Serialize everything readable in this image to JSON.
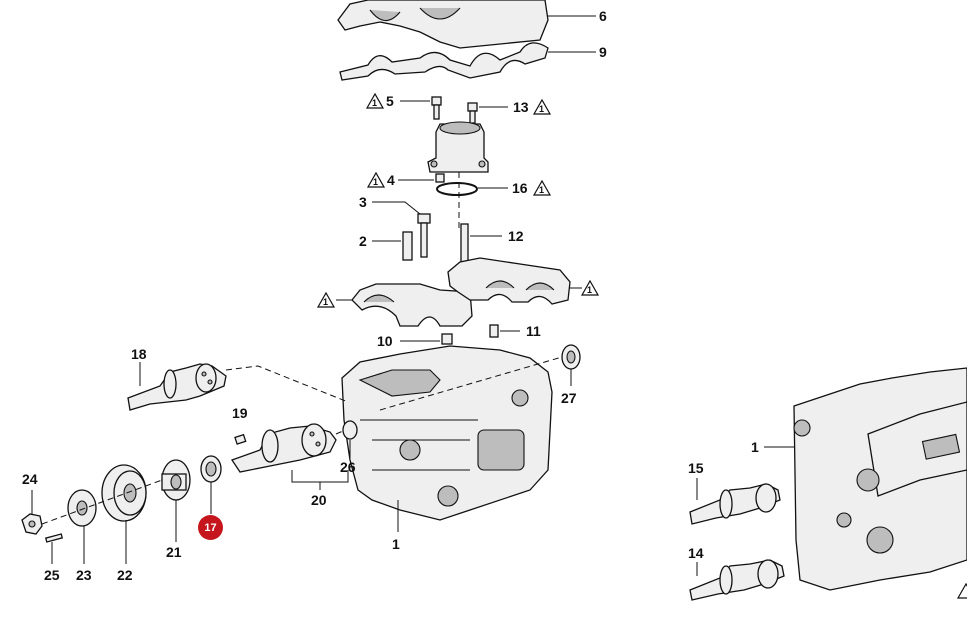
{
  "callouts": {
    "c1": "1",
    "c1b": "1",
    "c2": "2",
    "c3": "3",
    "c4": "4",
    "c5": "5",
    "c6": "6",
    "c9": "9",
    "c10": "10",
    "c11": "11",
    "c12": "12",
    "c13": "13",
    "c14": "14",
    "c15": "15",
    "c16": "16",
    "c17": "17",
    "c18": "18",
    "c19": "19",
    "c20": "20",
    "c21": "21",
    "c22": "22",
    "c23": "23",
    "c24": "24",
    "c25": "25",
    "c26": "26",
    "c27": "27"
  },
  "markers": {
    "triangle_number": "1"
  },
  "colors": {
    "highlight_badge": "#c4161c",
    "line": "#111111",
    "part_fill": "#efefef"
  },
  "icons": {
    "reference_marker": "triangle-note-icon",
    "selected_part": "highlight-badge-icon"
  }
}
